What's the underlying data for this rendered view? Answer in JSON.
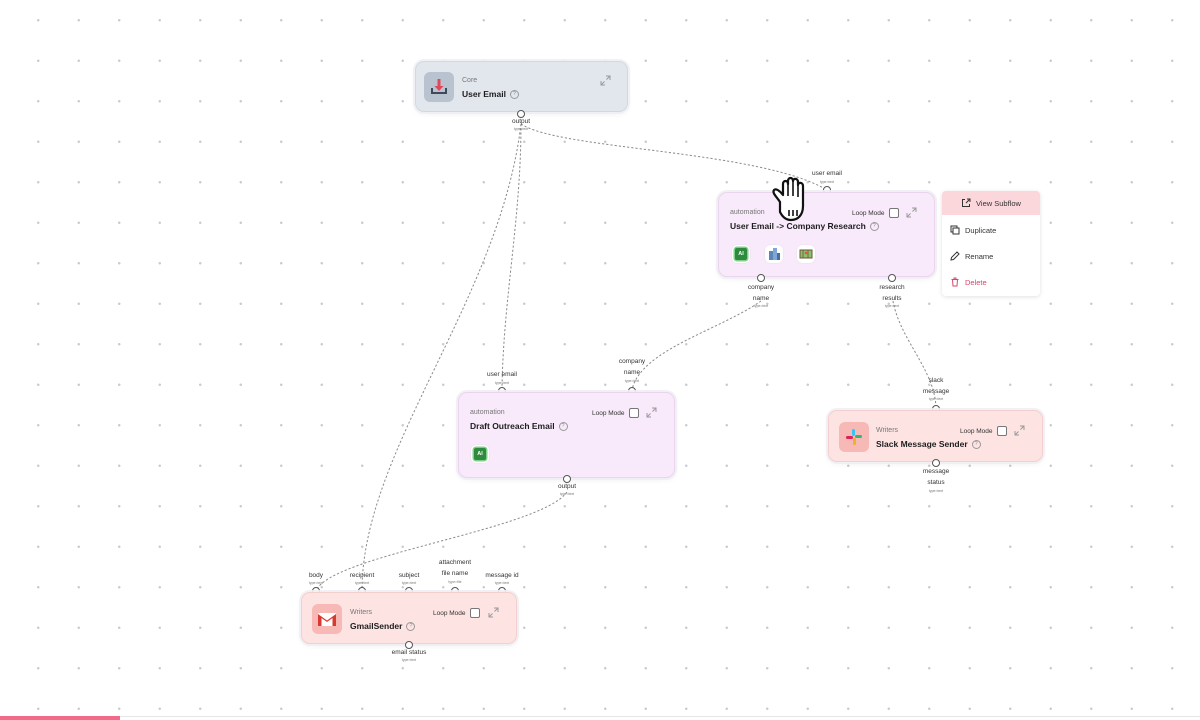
{
  "nodes": {
    "user_email": {
      "category": "Core",
      "title": "User Email",
      "outputs": [
        {
          "name": "output",
          "type": "type=text"
        }
      ]
    },
    "company_research": {
      "category": "automation",
      "title": "User Email -> Company Research",
      "loop_mode_label": "Loop Mode",
      "inputs": [
        {
          "name": "user email",
          "type": "type=text"
        }
      ],
      "outputs": [
        {
          "name": "company\nname",
          "type": "type=text"
        },
        {
          "name": "research\nresults",
          "type": "type=text"
        }
      ],
      "tools": [
        "ai-chip-icon",
        "city-buildings-icon",
        "map-icon"
      ],
      "tool_ai_label": "AI"
    },
    "draft_outreach": {
      "category": "automation",
      "title": "Draft Outreach Email",
      "loop_mode_label": "Loop Mode",
      "inputs": [
        {
          "name": "user email",
          "type": "type=text"
        },
        {
          "name": "company\nname",
          "type": "type=text"
        }
      ],
      "outputs": [
        {
          "name": "output",
          "type": "type=text"
        }
      ],
      "tools": [
        "ai-chip-icon"
      ],
      "tool_ai_label": "AI"
    },
    "slack_sender": {
      "category": "Writers",
      "title": "Slack Message Sender",
      "loop_mode_label": "Loop Mode",
      "inputs": [
        {
          "name": "slack\nmessage",
          "type": "type=text"
        }
      ],
      "outputs": [
        {
          "name": "message\nstatus",
          "type": "type=text"
        }
      ]
    },
    "gmail_sender": {
      "category": "Writers",
      "title": "GmailSender",
      "loop_mode_label": "Loop Mode",
      "inputs": [
        {
          "name": "body",
          "type": "type=text"
        },
        {
          "name": "recipient",
          "type": "type=text"
        },
        {
          "name": "subject",
          "type": "type=text"
        },
        {
          "name": "attachment\nfile name",
          "type": "type=file"
        },
        {
          "name": "message id",
          "type": "type=text"
        }
      ],
      "outputs": [
        {
          "name": "email status",
          "type": "type=text"
        }
      ]
    }
  },
  "context_menu": {
    "items": [
      {
        "label": "View Subflow",
        "icon": "external-link-icon"
      },
      {
        "label": "Duplicate",
        "icon": "duplicate-icon"
      },
      {
        "label": "Rename",
        "icon": "pencil-icon"
      },
      {
        "label": "Delete",
        "icon": "trash-icon"
      }
    ]
  },
  "colors": {
    "core_bg": "#e2e7ee",
    "automation_bg": "#f8eafa",
    "writer_bg": "#fde4e3",
    "accent": "#f06b8a",
    "delete": "#d9466b"
  }
}
